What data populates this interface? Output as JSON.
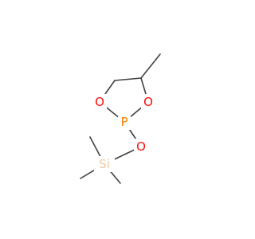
{
  "molecule": {
    "colors": {
      "bond": "#404040",
      "oxygen": "#ff0d0d",
      "phosphorus": "#ff8000",
      "silicon": "#f0c8a0"
    },
    "atoms": {
      "o_ring_left": "O",
      "o_ring_right": "O",
      "p_ring": "P",
      "o_link": "O",
      "si": "Si"
    }
  }
}
